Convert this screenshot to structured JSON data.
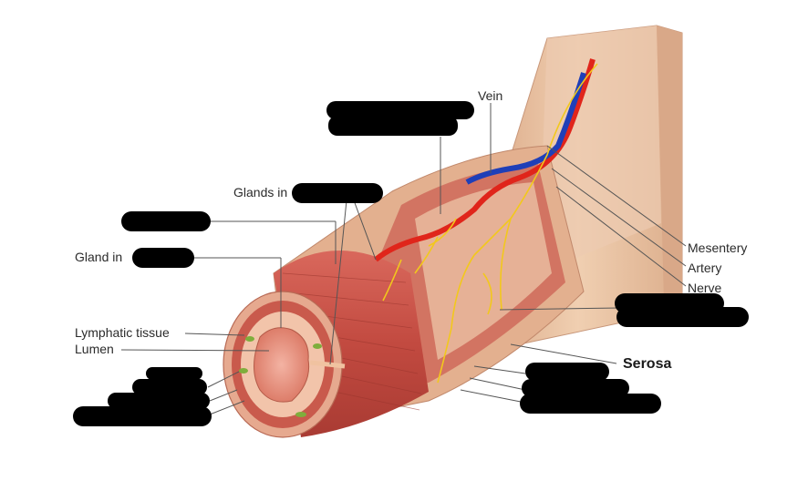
{
  "labels": {
    "vein": "Vein",
    "glands_in": "Glands in",
    "gland_in": "Gland in",
    "lymphatic_tissue": "Lymphatic tissue",
    "lumen": "Lumen",
    "mesentery": "Mesentery",
    "artery": "Artery",
    "nerve": "Nerve",
    "serosa": "Serosa"
  },
  "colors": {
    "serosa_tan": "#e8c3a3",
    "muscle_red": "#c4534a",
    "artery_red": "#e0251b",
    "vein_blue": "#1f3fb8",
    "nerve_yellow": "#f2c81c",
    "mucosa_pink": "#f0a89a"
  }
}
